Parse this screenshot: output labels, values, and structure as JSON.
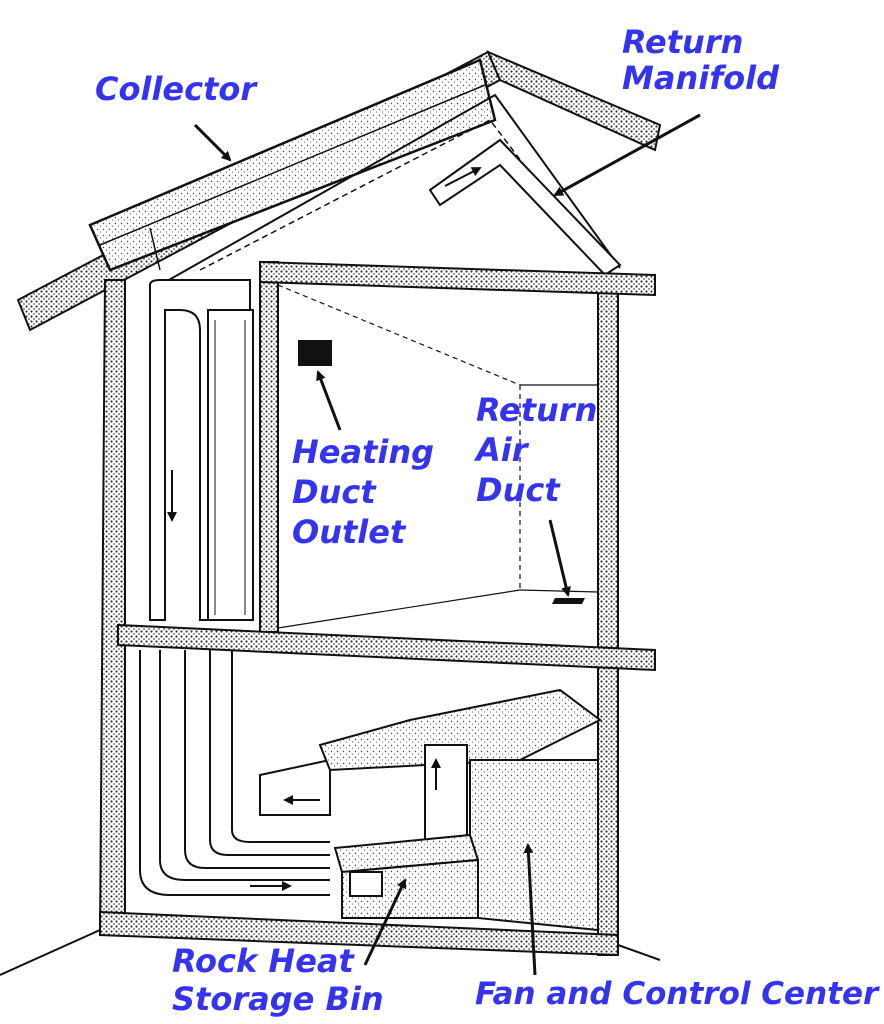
{
  "colors": {
    "label": "#3434f0",
    "line": "#111111",
    "wall": "#7a7a7a",
    "background": "#ffffff"
  },
  "labels": {
    "collector": "Collector",
    "return_manifold": [
      "Return",
      "Manifold"
    ],
    "heating_duct_outlet": [
      "Heating",
      "Duct",
      "Outlet"
    ],
    "return_air_duct": [
      "Return",
      "Air",
      "Duct"
    ],
    "rock_heat_storage_bin": [
      "Rock Heat",
      "Storage Bin"
    ],
    "fan_and_control_center": "Fan and Control Center"
  }
}
